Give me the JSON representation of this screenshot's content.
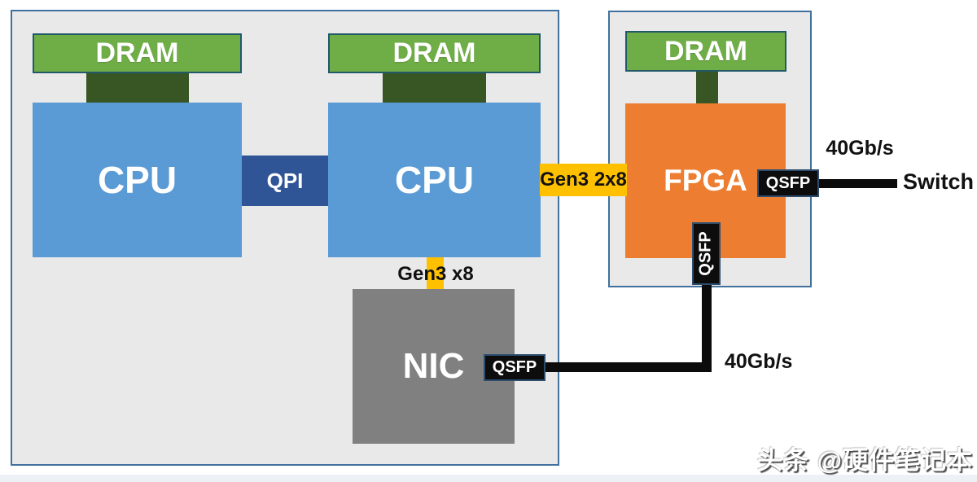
{
  "host_system": {
    "dram_left_label": "DRAM",
    "dram_right_label": "DRAM",
    "cpu_left_label": "CPU",
    "cpu_right_label": "CPU",
    "qpi_label": "QPI",
    "gen3_x8_label": "Gen3 x8",
    "nic_label": "NIC",
    "nic_qsfp_label": "QSFP"
  },
  "fpga_board": {
    "dram_label": "DRAM",
    "fpga_label": "FPGA",
    "qsfp_side_label": "QSFP",
    "qsfp_bottom_label": "QSFP"
  },
  "links": {
    "gen3_2x8_label": "Gen3 2x8",
    "rate_fpga_switch": "40Gb/s",
    "rate_nic_fpga": "40Gb/s",
    "switch_label": "Switch"
  },
  "watermark": {
    "text": "头条 @硬件笔记本"
  },
  "colors": {
    "cpu_blue": "#5b9bd5",
    "qpi_dark_blue": "#2f5597",
    "dram_green": "#6fad47",
    "dram_border_teal": "#215968",
    "connector_dark_green": "#375623",
    "fpga_orange": "#ed7d31",
    "nic_gray": "#808080",
    "pcie_yellow": "#ffc000",
    "enclosure_fill": "#e9e9ea",
    "enclosure_border": "#41719c",
    "cable_black": "#0b0b0b"
  }
}
